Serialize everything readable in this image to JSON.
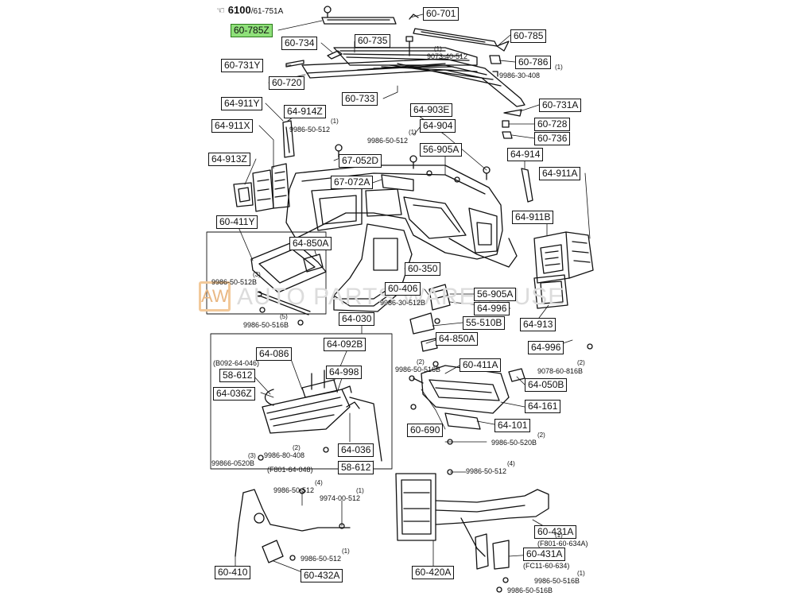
{
  "header": {
    "icon": "pointing-hand-icon",
    "code": "6100",
    "ref": "/61-751A"
  },
  "watermark": {
    "logo": "AW",
    "text": "AUTO PARTS WAREHOUSE",
    "color": "#e9b884"
  },
  "highlight_color": "#8fe07a",
  "labels": [
    {
      "id": "l1",
      "text": "60-785Z",
      "highlight": true
    },
    {
      "id": "l2",
      "text": "60-701"
    },
    {
      "id": "l3",
      "text": "60-734"
    },
    {
      "id": "l4",
      "text": "60-735"
    },
    {
      "id": "l5",
      "text": "60-785"
    },
    {
      "id": "l6",
      "text": "60-731Y"
    },
    {
      "id": "l7",
      "text": "60-786"
    },
    {
      "id": "l8",
      "text": "60-720"
    },
    {
      "id": "l9",
      "text": "60-733"
    },
    {
      "id": "l10",
      "text": "60-731A"
    },
    {
      "id": "l11",
      "text": "64-911Y"
    },
    {
      "id": "l12",
      "text": "64-914Z"
    },
    {
      "id": "l13",
      "text": "64-903E"
    },
    {
      "id": "l14",
      "text": "64-904"
    },
    {
      "id": "l15",
      "text": "60-728"
    },
    {
      "id": "l16",
      "text": "64-911X"
    },
    {
      "id": "l17",
      "text": "60-736"
    },
    {
      "id": "l18",
      "text": "56-905A"
    },
    {
      "id": "l19",
      "text": "64-914"
    },
    {
      "id": "l20",
      "text": "64-913Z"
    },
    {
      "id": "l21",
      "text": "67-052D"
    },
    {
      "id": "l22",
      "text": "64-911A"
    },
    {
      "id": "l23",
      "text": "67-072A"
    },
    {
      "id": "l24",
      "text": "64-911B"
    },
    {
      "id": "l25",
      "text": "60-411Y"
    },
    {
      "id": "l26",
      "text": "64-850A"
    },
    {
      "id": "l27",
      "text": "60-350"
    },
    {
      "id": "l28",
      "text": "60-406"
    },
    {
      "id": "l29",
      "text": "56-905A"
    },
    {
      "id": "l30",
      "text": "64-996"
    },
    {
      "id": "l31",
      "text": "55-510B"
    },
    {
      "id": "l32",
      "text": "64-913"
    },
    {
      "id": "l33",
      "text": "64-030"
    },
    {
      "id": "l34",
      "text": "64-850A"
    },
    {
      "id": "l35",
      "text": "64-086"
    },
    {
      "id": "l36",
      "text": "64-092B"
    },
    {
      "id": "l37",
      "text": "64-996"
    },
    {
      "id": "l38",
      "text": "58-612"
    },
    {
      "id": "l39",
      "text": "60-411A"
    },
    {
      "id": "l40",
      "text": "64-998"
    },
    {
      "id": "l41",
      "text": "64-050B"
    },
    {
      "id": "l42",
      "text": "64-036Z"
    },
    {
      "id": "l43",
      "text": "64-161"
    },
    {
      "id": "l44",
      "text": "64-101"
    },
    {
      "id": "l45",
      "text": "60-690"
    },
    {
      "id": "l46",
      "text": "64-036"
    },
    {
      "id": "l47",
      "text": "58-612"
    },
    {
      "id": "l48",
      "text": "60-431A"
    },
    {
      "id": "l49",
      "text": "60-431A"
    },
    {
      "id": "l50",
      "text": "60-410"
    },
    {
      "id": "l51",
      "text": "60-432A"
    },
    {
      "id": "l52",
      "text": "60-420A"
    }
  ],
  "part_numbers": [
    {
      "id": "p1",
      "text": "9073-40-512"
    },
    {
      "id": "p2",
      "text": "9986-30-408"
    },
    {
      "id": "p3",
      "text": "9986-50-512"
    },
    {
      "id": "p4",
      "text": "9986-50-512"
    },
    {
      "id": "p5",
      "text": "9986-50-512B"
    },
    {
      "id": "p6",
      "text": "9986-30-512B"
    },
    {
      "id": "p7",
      "text": "9986-50-516B"
    },
    {
      "id": "p8",
      "text": "9986-50-516B"
    },
    {
      "id": "p9",
      "text": "9078-60-816B"
    },
    {
      "id": "p10",
      "text": "(B092-64-046)"
    },
    {
      "id": "p11",
      "text": "9986-80-408"
    },
    {
      "id": "p12",
      "text": "(F801-64-048)"
    },
    {
      "id": "p13",
      "text": "99866-0520B"
    },
    {
      "id": "p14",
      "text": "9986-50-520B"
    },
    {
      "id": "p15",
      "text": "9986-50-512"
    },
    {
      "id": "p16",
      "text": "9986-50-512"
    },
    {
      "id": "p17",
      "text": "9974-00-512"
    },
    {
      "id": "p18",
      "text": "9986-50-512"
    },
    {
      "id": "p19",
      "text": "(F801-60-634A)"
    },
    {
      "id": "p20",
      "text": "(FC11-60-634)"
    },
    {
      "id": "p21",
      "text": "9986-50-516B"
    },
    {
      "id": "p22",
      "text": "9986-50-516B"
    }
  ],
  "quantities": [
    {
      "id": "q1",
      "text": "(1)"
    },
    {
      "id": "q2",
      "text": "(1)"
    },
    {
      "id": "q3",
      "text": "(1)"
    },
    {
      "id": "q4",
      "text": "(1)"
    },
    {
      "id": "q5",
      "text": "(3)"
    },
    {
      "id": "q6",
      "text": "(5)"
    },
    {
      "id": "q7",
      "text": "(2)"
    },
    {
      "id": "q8",
      "text": "(2)"
    },
    {
      "id": "q9",
      "text": "(2)"
    },
    {
      "id": "q10",
      "text": "(3)"
    },
    {
      "id": "q11",
      "text": "(2)"
    },
    {
      "id": "q12",
      "text": "(4)"
    },
    {
      "id": "q13",
      "text": "(4)"
    },
    {
      "id": "q14",
      "text": "(1)"
    },
    {
      "id": "q15",
      "text": "(1)"
    },
    {
      "id": "q16",
      "text": "(1)"
    },
    {
      "id": "q17",
      "text": "(1)"
    }
  ]
}
